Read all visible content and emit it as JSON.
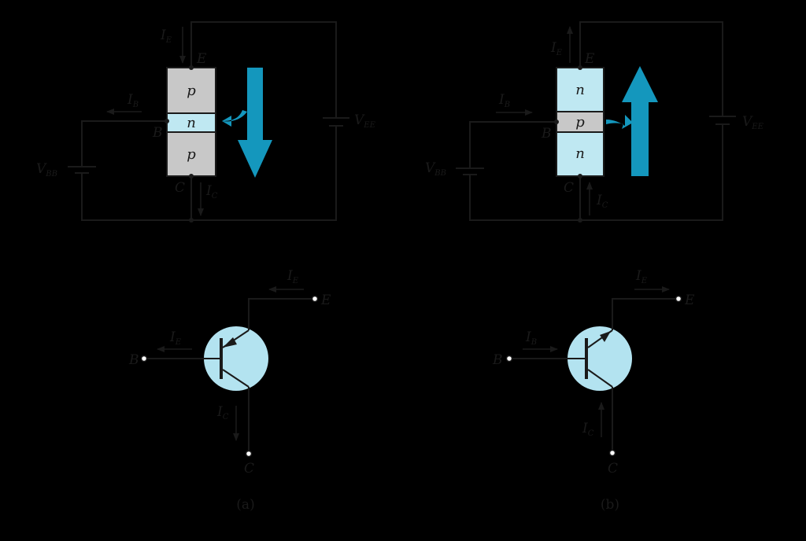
{
  "colors": {
    "background": "#000000",
    "wire": "#1a1a1a",
    "p_region": "#c8c8c8",
    "n_region": "#bfe8f2",
    "symbol_fill": "#b3e3f0",
    "flow_arrow": "#1497bd"
  },
  "icons": {
    "flow": "block-arrow-icon",
    "battery": "battery-icon",
    "terminal": "open-circle-icon"
  },
  "circuit_a": {
    "regions": [
      "p",
      "n",
      "p"
    ],
    "emitter": "E",
    "base": "B",
    "collector": "C",
    "ie": {
      "main": "I",
      "sub": "E"
    },
    "ib": {
      "main": "I",
      "sub": "B"
    },
    "ic": {
      "main": "I",
      "sub": "C"
    },
    "vee": {
      "main": "V",
      "sub": "EE"
    },
    "vbb": {
      "main": "V",
      "sub": "BB"
    }
  },
  "circuit_b": {
    "regions": [
      "n",
      "p",
      "n"
    ],
    "emitter": "E",
    "base": "B",
    "collector": "C",
    "ie": {
      "main": "I",
      "sub": "E"
    },
    "ib": {
      "main": "I",
      "sub": "B"
    },
    "ic": {
      "main": "I",
      "sub": "C"
    },
    "vee": {
      "main": "V",
      "sub": "EE"
    },
    "vbb": {
      "main": "V",
      "sub": "BB"
    }
  },
  "symbol_a": {
    "emitter": "E",
    "base": "B",
    "collector": "C",
    "ie": {
      "main": "I",
      "sub": "E"
    },
    "ib": {
      "main": "I",
      "sub": "E"
    },
    "ic": {
      "main": "I",
      "sub": "C"
    }
  },
  "symbol_b": {
    "emitter": "E",
    "base": "B",
    "collector": "C",
    "ie": {
      "main": "I",
      "sub": "E"
    },
    "ib": {
      "main": "I",
      "sub": "B"
    },
    "ic": {
      "main": "I",
      "sub": "C"
    }
  },
  "captions": [
    "(a)",
    "(b)"
  ]
}
